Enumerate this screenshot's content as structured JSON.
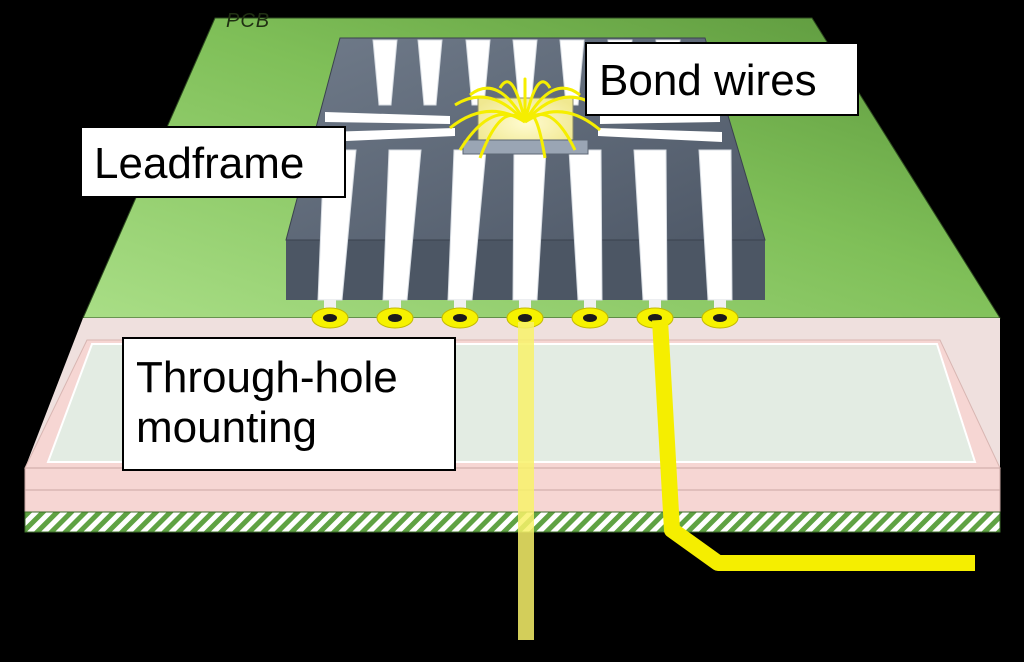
{
  "diagram": {
    "pcb_label": "PCB",
    "labels": {
      "leadframe": "Leadframe",
      "bond_wires": "Bond wires",
      "through_hole_line1": "Through-hole",
      "through_hole_line2": "mounting"
    },
    "lead_count_front": 7,
    "pad_count": 7
  },
  "colors": {
    "background": "#000000",
    "pcb_green_light": "#9fd97a",
    "pcb_green_dark": "#5e9a3e",
    "package_dark": "#56606e",
    "package_light": "#7e8b9a",
    "lead_white": "#ffffff",
    "gold_yellow": "#f6f200",
    "substrate_pink": "#f6d6d3",
    "inner_mint": "#e3ece3",
    "hatch_green": "#5fa243"
  }
}
